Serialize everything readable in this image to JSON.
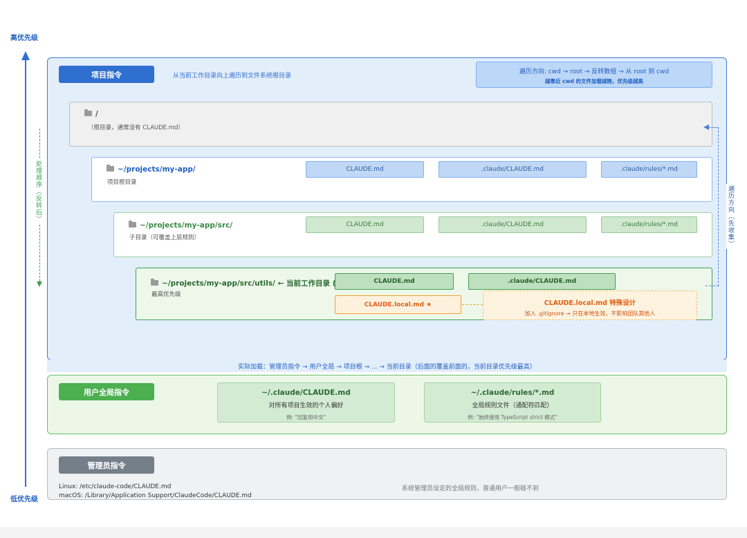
{
  "axis": {
    "high_label": "高优先级",
    "low_label": "低优先级",
    "processing_order": "处理顺序（反转后）",
    "traversal_direction": "遍历方向（先收集）"
  },
  "project": {
    "badge": "项目指令",
    "subtitle": "从当前工作目录向上遍历到文件系统根目录",
    "traversal_note_line1": "遍历方向: cwd → root → 反转数组 → 从 root 到 cwd",
    "traversal_note_line2": "越靠近 cwd 的文件加载越晚，优先级越高",
    "root": {
      "title": "/",
      "subtitle": "（根目录，通常没有 CLAUDE.md）"
    },
    "app": {
      "title": "~/projects/my-app/",
      "subtitle": "项目根目录",
      "files": [
        "CLAUDE.md",
        ".claude/CLAUDE.md",
        ".claude/rules/*.md"
      ]
    },
    "src": {
      "title": "~/projects/my-app/src/",
      "subtitle": "子目录（可覆盖上层规则）",
      "files": [
        "CLAUDE.md",
        ".claude/CLAUDE.md",
        ".claude/rules/*.md"
      ]
    },
    "utils": {
      "title": "~/projects/my-app/src/utils/ ← 当前工作目录 (c",
      "subtitle": "最高优先级",
      "files": [
        "CLAUDE.md",
        ".claude/CLAUDE.md"
      ],
      "local_file": "CLAUDE.local.md ★",
      "local_note_title": "CLAUDE.local.md 特殊设计",
      "local_note_desc": "加入 .gitignore → 只在本地生效，不影响团队其他人"
    }
  },
  "load_order": "实际加载：管理员指令 → 用户全局 → 项目根 → ... → 当前目录（后面的覆盖前面的，当前目录优先级最高）",
  "user": {
    "badge": "用户全局指令",
    "cards": [
      {
        "title": "~/.claude/CLAUDE.md",
        "desc": "对所有项目生效的个人偏好",
        "example": "例: \"回复用中文\""
      },
      {
        "title": "~/.claude/rules/*.md",
        "desc": "全局规则文件（通配符匹配）",
        "example": "例: \"始终使用 TypeScript strict 模式\""
      }
    ]
  },
  "admin": {
    "badge": "管理员指令",
    "linux_path": "Linux: /etc/claude-code/CLAUDE.md",
    "macos_path": "macOS: /Library/Application Support/ClaudeCode/CLAUDE.md",
    "description": "系统管理员设定的全局规则，普通用户一般碰不到"
  },
  "icons": {
    "folder": "folder-icon",
    "star": "star-icon"
  },
  "colors": {
    "project_accent": "#2f6fd0",
    "user_accent": "#4caf50",
    "admin_accent": "#757f8a",
    "local_accent": "#f0a030"
  }
}
